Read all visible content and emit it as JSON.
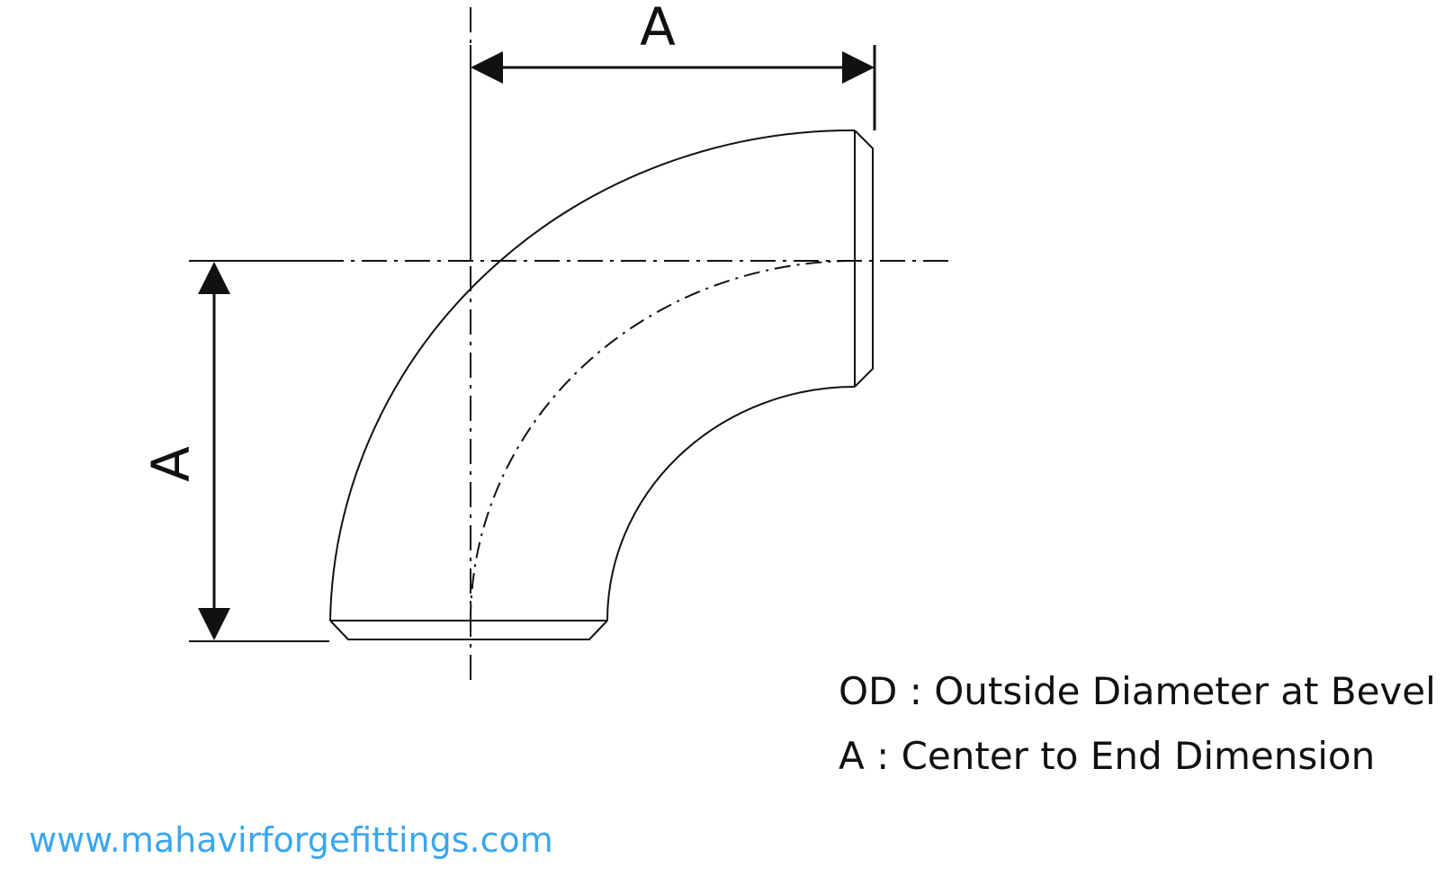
{
  "diagram": {
    "top_dimension_label": "A",
    "left_dimension_label": "A"
  },
  "legend": {
    "items": [
      "OD : Outside Diameter at Bevel",
      "A : Center to End Dimension"
    ]
  },
  "footer": {
    "website": "www.mahavirforgefittings.com"
  },
  "colors": {
    "line": "#111111",
    "website": "#3aa6f0",
    "background": "#ffffff"
  }
}
